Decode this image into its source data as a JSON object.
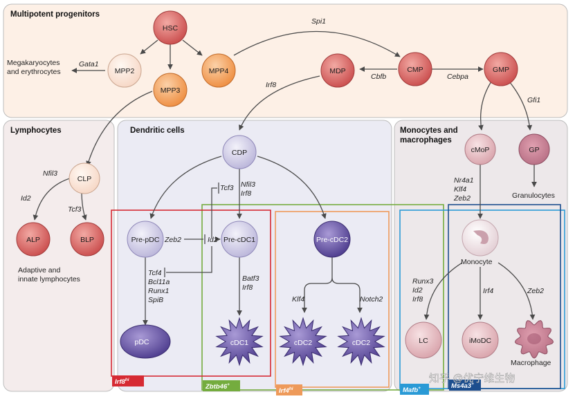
{
  "sections": {
    "multipotent": "Multipotent progenitors",
    "lymphocytes": "Lymphocytes",
    "dendritic": "Dendritic cells",
    "monocytes_line1": "Monocytes and",
    "monocytes_line2": "macrophages"
  },
  "nodes": {
    "hsc": "HSC",
    "mpp2": "MPP2",
    "mpp3": "MPP3",
    "mpp4": "MPP4",
    "mdp": "MDP",
    "cmp": "CMP",
    "gmp": "GMP",
    "clp": "CLP",
    "alp": "ALP",
    "blp": "BLP",
    "cdp": "CDP",
    "pre_pdc": "Pre-pDC",
    "pre_cdc1": "Pre-cDC1",
    "pre_cdc2": "Pre-cDC2",
    "pdc": "pDC",
    "cdc1": "cDC1",
    "cdc2a": "cDC2",
    "cdc2b": "cDC2",
    "cmop": "cMoP",
    "gp": "GP",
    "monocyte": "Monocyte",
    "lc": "LC",
    "imodc": "iMoDC",
    "macrophage": "Macrophage"
  },
  "labels": {
    "megakaryocytes_1": "Megakaryocytes",
    "megakaryocytes_2": "and erythrocytes",
    "adaptive_1": "Adaptive and",
    "adaptive_2": "innate lymphocytes",
    "granulocytes": "Granulocytes"
  },
  "genes": {
    "gata1": "Gata1",
    "spi1": "Spi1",
    "cbfb": "Cbfb",
    "cebpa": "Cebpa",
    "irf8_mdp": "Irf8",
    "gfi1": "Gfi1",
    "nfil3_lym": "Nfil3",
    "id2_lym": "Id2",
    "tcf3_lym": "Tcf3",
    "tcf3_dc": "Tcf3",
    "nfil3_dc": "Nfil3",
    "irf8_dc": "Irf8",
    "zeb2_dc": "Zeb2",
    "id2_dc": "Id2",
    "tcf4": "Tcf4",
    "bcl11a": "Bcl11a",
    "runx1": "Runx1",
    "spib": "SpiB",
    "batf3": "Batf3",
    "irf8_cdc1": "Irf8",
    "klf4_dc": "Klf4",
    "notch2": "Notch2",
    "nr4a1": "Nr4a1",
    "klf4_mo": "Klf4",
    "zeb2_mo": "Zeb2",
    "runx3": "Runx3",
    "id2_mo": "Id2",
    "irf8_mo": "Irf8",
    "irf4_mo": "Irf4",
    "zeb2_mac": "Zeb2"
  },
  "tags": {
    "irf8": "Irf8",
    "irf8_sup": "hi",
    "zbtb46": "Zbtb46",
    "zbtb46_sup": "+",
    "irf4": "Irf4",
    "irf4_sup": "hi",
    "mafb": "Mafb",
    "mafb_sup": "+",
    "ms4a3": "Ms4a3",
    "ms4a3_sup": "+"
  },
  "watermark": "知乎 @优宁维生物",
  "colors": {
    "multipotent_bg": "#fdf0e6",
    "lymph_bg": "#f4ecec",
    "dc_bg": "#ebebf4",
    "mono_bg": "#ede8ea",
    "red_node": "#d86a6a",
    "orange_node": "#f0a060",
    "cream_node": "#fce6d6",
    "purple_node": "#6d5aa8",
    "lavender_node": "#d3d0e8",
    "irf8_box": "#d62a33",
    "zbtb46_box": "#74ac3e",
    "irf4_box": "#ee9a5a",
    "mafb_box": "#2a9ad6",
    "ms4a3_box": "#1c4e8e"
  }
}
